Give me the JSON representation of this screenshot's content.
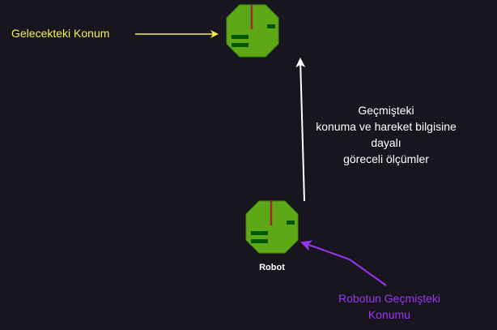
{
  "labels": {
    "future_position": "Gelecekteki Konum",
    "relative_measurements": [
      "Geçmişteki",
      "konuma ve hareket bilgisine",
      "dayalı",
      "göreceli ölçümler"
    ],
    "robot": "Robot",
    "past_position": [
      "Robotun Geçmişteki",
      "Konumu"
    ]
  },
  "colors": {
    "background": "#18151e",
    "robot_body": "#5ea817",
    "robot_outline": "#3f8a0c",
    "robot_marks": "#005700",
    "robot_heading": "#a0282b",
    "future_label": "#f2f24a",
    "past_label": "#9a35f5",
    "text": "#ffffff"
  }
}
